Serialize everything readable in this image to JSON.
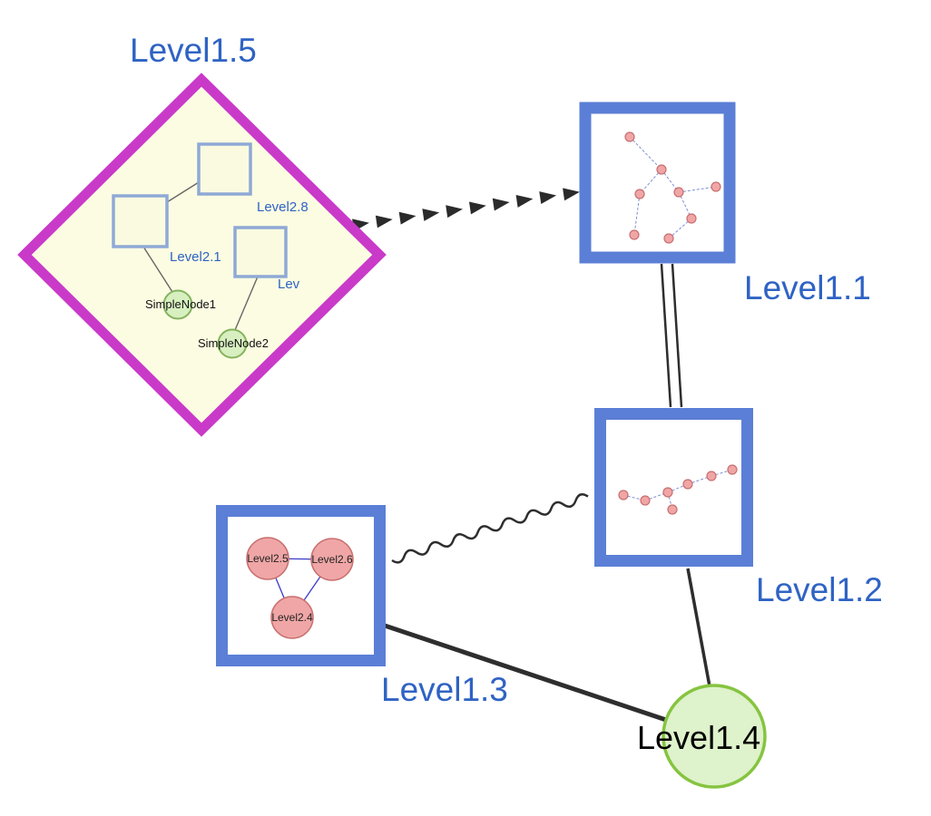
{
  "graph": {
    "groups": {
      "level15": {
        "label": "Level1.5",
        "shape": "diamond-group",
        "children": {
          "level28": {
            "label": "Level2.8",
            "shape": "square-group"
          },
          "level21": {
            "label": "Level2.1",
            "shape": "square-group"
          },
          "lev": {
            "label": "Lev",
            "shape": "square-group"
          },
          "simplenode1": {
            "label": "SimpleNode1",
            "shape": "circle"
          },
          "simplenode2": {
            "label": "SimpleNode2",
            "shape": "circle"
          }
        }
      },
      "level11": {
        "label": "Level1.1",
        "shape": "square-group",
        "mini_nodes": 8
      },
      "level12": {
        "label": "Level1.2",
        "shape": "square-group",
        "mini_nodes": 7
      },
      "level13": {
        "label": "Level1.3",
        "shape": "square-group",
        "children": {
          "level25": {
            "label": "Level2.5",
            "shape": "circle"
          },
          "level26": {
            "label": "Level2.6",
            "shape": "circle"
          },
          "level24": {
            "label": "Level2.4",
            "shape": "circle"
          }
        }
      },
      "level14": {
        "label": "Level1.4",
        "shape": "circle"
      }
    },
    "edges": [
      {
        "from": "Level1.5",
        "to": "Level1.1",
        "style": "thick-dashed-arrow"
      },
      {
        "from": "Level1.1",
        "to": "Level1.2",
        "style": "double-line"
      },
      {
        "from": "Level1.3",
        "to": "Level1.2",
        "style": "wavy"
      },
      {
        "from": "Level1.3",
        "to": "Level1.4",
        "style": "solid-thick"
      },
      {
        "from": "Level1.2",
        "to": "Level1.4",
        "style": "solid"
      }
    ],
    "colors": {
      "diamond_border": "#c93ac9",
      "diamond_fill": "#fcfce2",
      "group_border": "#5b7fd6",
      "group_fill": "#ffffff",
      "inner_rect_border": "#8fa9d6",
      "inner_rect_fill": "#fafae0",
      "green_node_fill": "#d8efc0",
      "green_node_border": "#84b35e",
      "big_green_fill": "#def2cb",
      "big_green_border": "#86c440",
      "pink_node_fill": "#f0a6a6",
      "pink_node_border": "#c86f6f",
      "mini_edge": "#7f8fd4",
      "label_blue": "#2f63c4",
      "edge_color": "#2e2e2e"
    }
  }
}
